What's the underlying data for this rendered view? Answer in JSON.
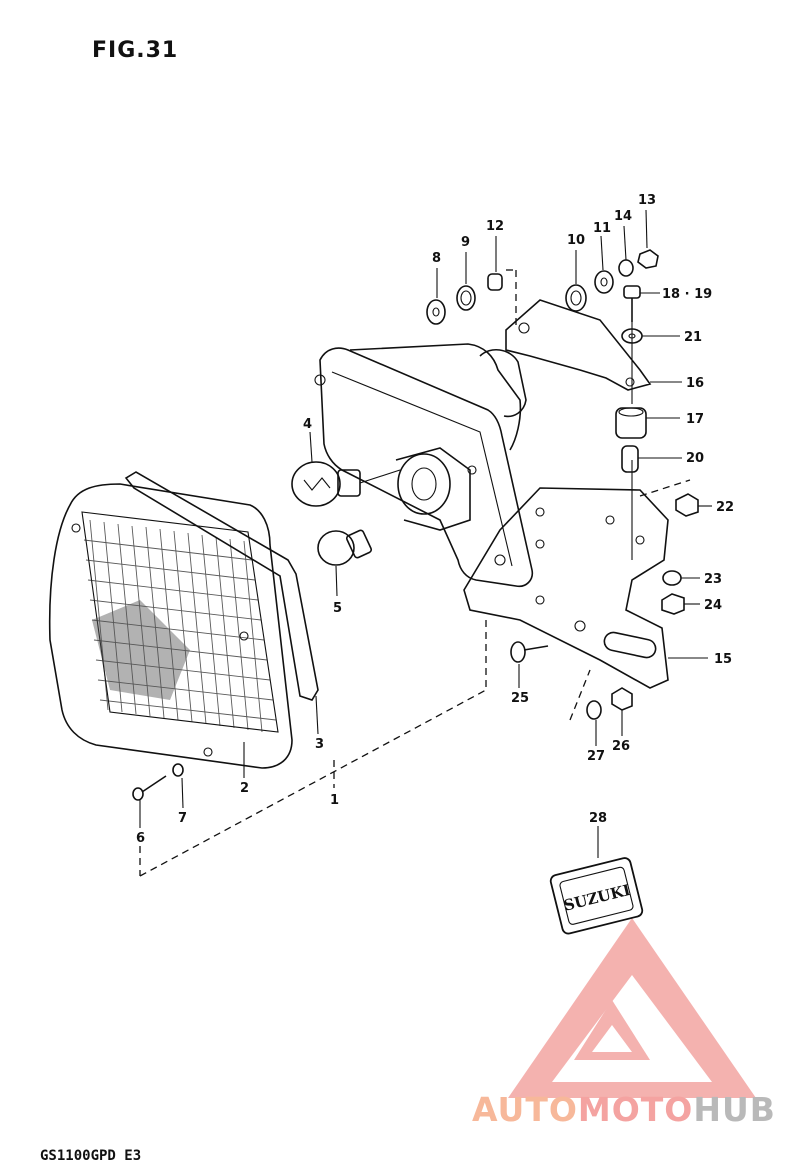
{
  "figure": {
    "title": "FIG.31",
    "model_code": "GS1100GPD E3"
  },
  "callouts": {
    "c1": "1",
    "c2": "2",
    "c3": "3",
    "c4": "4",
    "c5": "5",
    "c6": "6",
    "c7": "7",
    "c8": "8",
    "c9": "9",
    "c10": "10",
    "c11": "11",
    "c12": "12",
    "c13": "13",
    "c14": "14",
    "c15": "15",
    "c16": "16",
    "c17": "17",
    "c18_19": "18 · 19",
    "c20": "20",
    "c21": "21",
    "c22": "22",
    "c23": "23",
    "c24": "24",
    "c25": "25",
    "c26": "26",
    "c27": "27",
    "c28": "28"
  },
  "plate_text": "SUZUKI",
  "watermark": {
    "part1": "AUTO",
    "part2": "MOTO",
    "part3": "HUB",
    "colors": {
      "orange": "#f7b89a",
      "red": "#f08a86",
      "gray": "#b9b9b9"
    }
  }
}
